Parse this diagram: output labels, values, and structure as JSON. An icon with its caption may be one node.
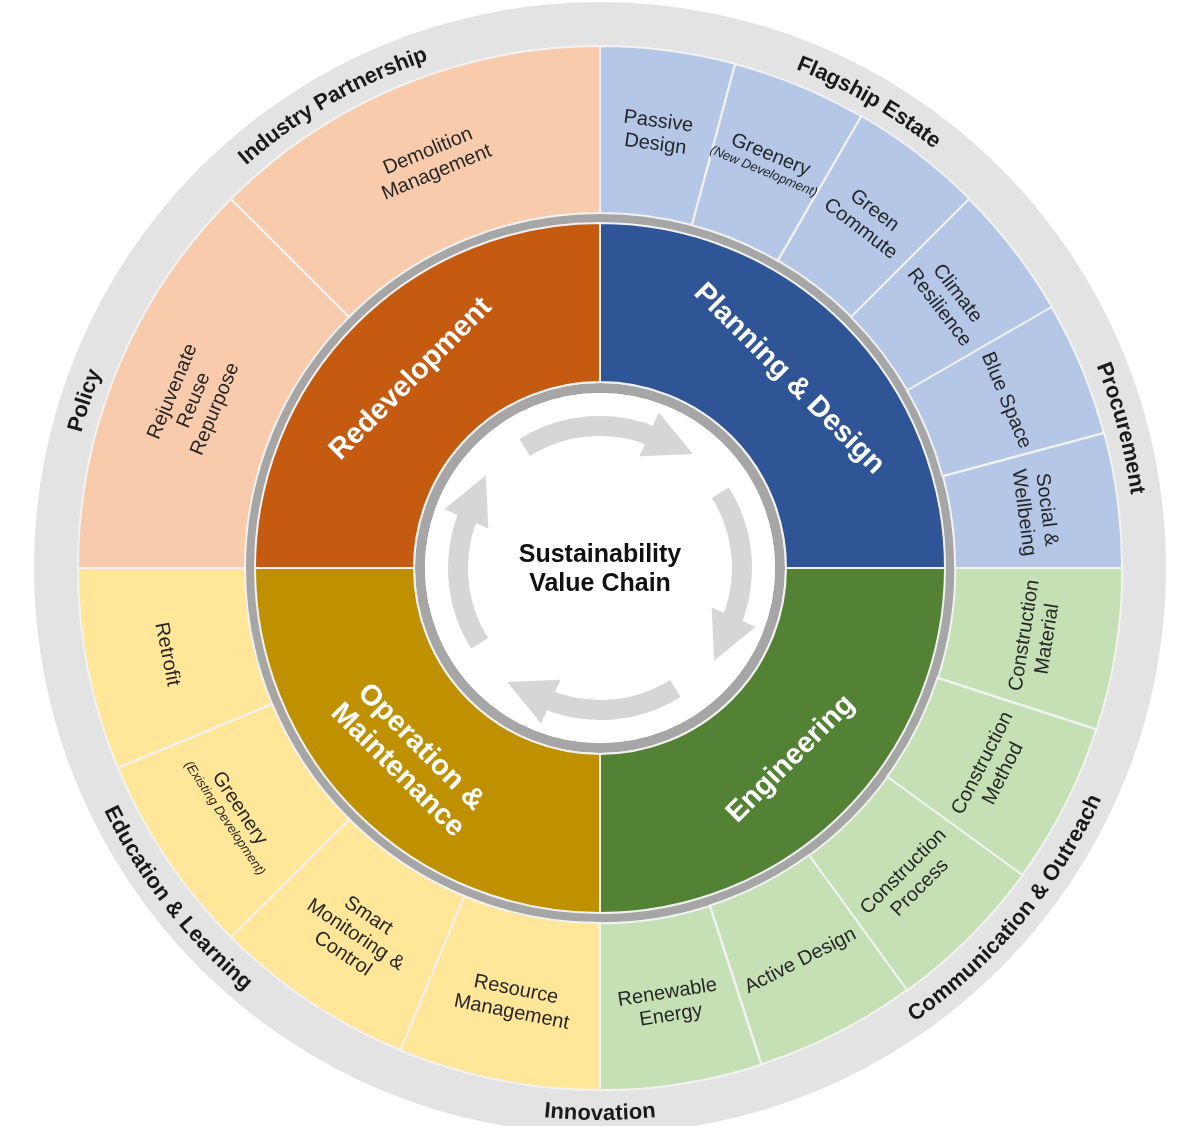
{
  "diagram": {
    "nodes": [
      {
        "text": [
          "Sustainability Value Chain"
        ]
      },
      {
        "text": [
          "Planning & Design"
        ]
      },
      {
        "text": [
          "Engineering"
        ]
      },
      {
        "text": [
          "Operation & Maintenance"
        ]
      },
      {
        "text": [
          "Redevelopment"
        ]
      },
      {
        "text": [
          "Passive Design"
        ]
      },
      {
        "text": [
          "Greenery",
          "(New Development)"
        ]
      },
      {
        "text": [
          "Green Commute"
        ]
      },
      {
        "text": [
          "Climate Resilience"
        ]
      },
      {
        "text": [
          "Blue Space"
        ]
      },
      {
        "text": [
          "Social & Wellbeing"
        ]
      },
      {
        "text": [
          "Construction Material"
        ]
      },
      {
        "text": [
          "Construction Method"
        ]
      },
      {
        "text": [
          "Construction Process"
        ]
      },
      {
        "text": [
          "Active Design"
        ]
      },
      {
        "text": [
          "Renewable Energy"
        ]
      },
      {
        "text": [
          "Resource Management"
        ]
      },
      {
        "text": [
          "Smart Monitoring & Control"
        ]
      },
      {
        "text": [
          "Greenery",
          "(Existing Development)"
        ]
      },
      {
        "text": [
          "Retrofit"
        ]
      },
      {
        "text": [
          "Rejuvenate Reuse Repurpose"
        ]
      },
      {
        "text": [
          "Demolition Management"
        ]
      }
    ],
    "labels": [
      "Flagship Estate",
      "Procurement",
      "Communication & Outreach",
      "Innovation",
      "Education & Learning",
      "Policy",
      "Industry Partnership"
    ]
  }
}
